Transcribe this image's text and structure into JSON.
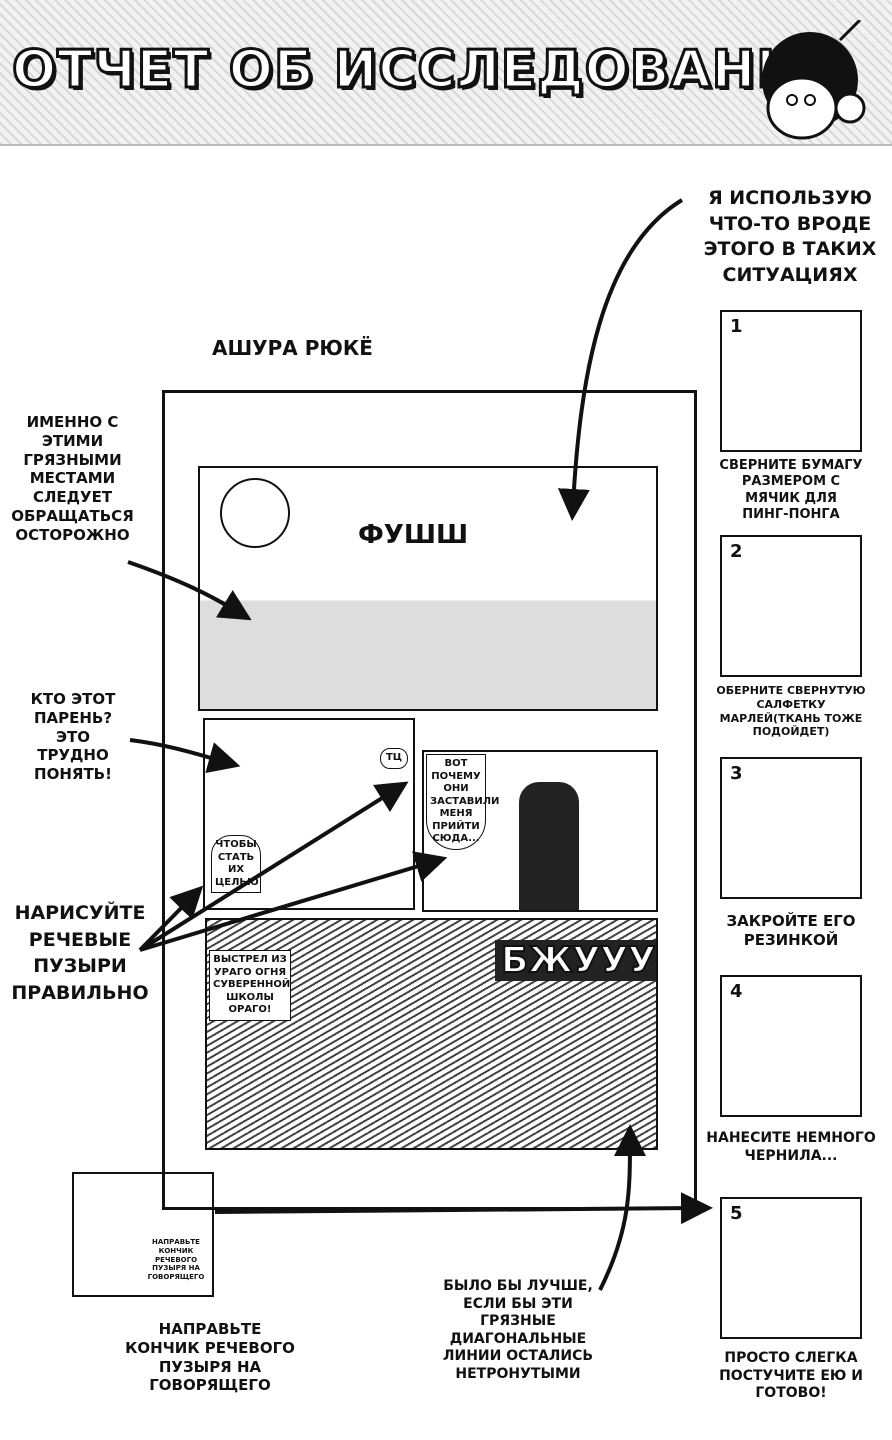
{
  "header": {
    "title": "ОТЧЕТ ОБ ИССЛЕДОВАНИИ"
  },
  "manga_title": "АШУРА РЮКЁ",
  "right": {
    "intro": "Я ИСПОЛЬЗУЮ\nЧТО-ТО ВРОДЕ\nЭТОГО В ТАКИХ\nСИТУАЦИЯХ",
    "steps": [
      {
        "num": "1",
        "label": "СВЕРНИТЕ БУМАГУ\nРАЗМЕРОМ С\nМЯЧИК ДЛЯ\nПИНГ-ПОНГА"
      },
      {
        "num": "2",
        "label": "ОБЕРНИТЕ СВЕРНУТУЮ\nСАЛФЕТКУ\nМАРЛЕЙ(ТКАНЬ ТОЖЕ\nПОДОЙДЕТ)"
      },
      {
        "num": "3",
        "label": "ЗАКРОЙТЕ ЕГО\nРЕЗИНКОЙ"
      },
      {
        "num": "4",
        "label": "НАНЕСИТЕ НЕМНОГО\nЧЕРНИЛА..."
      },
      {
        "num": "5",
        "label": "ПРОСТО СЛЕГКА\nПОСТУЧИТЕ ЕЮ И\nГОТОВО!"
      }
    ]
  },
  "left": {
    "note1": "ИМЕННО С\nЭТИМИ\nГРЯЗНЫМИ\nМЕСТАМИ\nСЛЕДУЕТ\nОБРАЩАТЬСЯ\nОСТОРОЖНО",
    "note2": "КТО ЭТОТ\nПАРЕНЬ? ЭТО\nТРУДНО\nПОНЯТЬ!",
    "note3": "НАРИСУЙТЕ\nРЕЧЕВЫЕ\nПУЗЫРИ\nПРАВИЛЬНО"
  },
  "panels": {
    "sfx1": "ФУШШ",
    "tc": "ТЦ",
    "bubble_why": "ВОТ\nПОЧЕМУ\nОНИ\nЗАСТАВИЛИ\nМЕНЯ\nПРИЙТИ\nСЮДА...",
    "bubble_target": "ЧТОБЫ\nСТАТЬ\nИХ\nЦЕЛЬЮ",
    "bubble_shot": "ВЫСТРЕЛ ИЗ\nУРАГО ОГНЯ\nСУВЕРЕННОЙ\nШКОЛЫ\nОРАГО!",
    "sfx2": "БЖУУУ"
  },
  "bottom": {
    "example_text": "НАПРАВЬТЕ\nКОНЧИК\nРЕЧЕВОГО\nПУЗЫРЯ НА\nГОВОРЯЩЕГО",
    "caption": "НАПРАВЬТЕ\nКОНЧИК РЕЧЕВОГО\nПУЗЫРЯ НА\nГОВОРЯЩЕГО",
    "diagonal_note": "БЫЛО БЫ ЛУЧШЕ,\nЕСЛИ БЫ ЭТИ\nГРЯЗНЫЕ\nДИАГОНАЛЬНЫЕ\nЛИНИИ ОСТАЛИСЬ\nНЕТРОНУТЫМИ"
  }
}
